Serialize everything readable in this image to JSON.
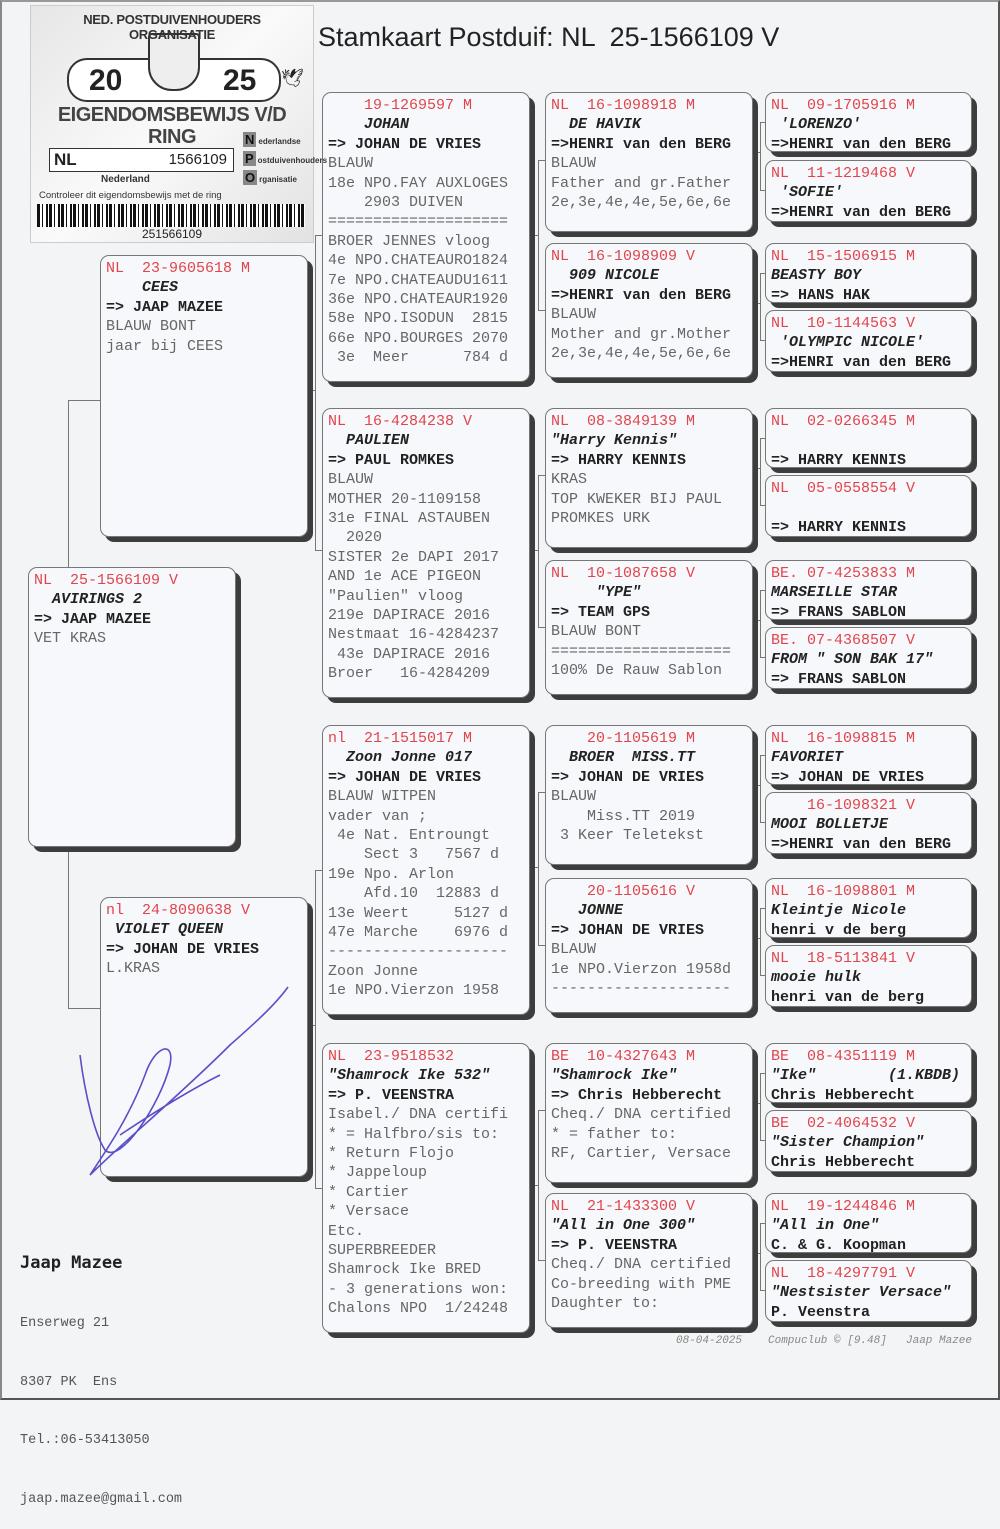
{
  "title": "Stamkaart Postduif: NL  25-1566109 V",
  "sticker": {
    "organisation": "NED. POSTDUIVENHOUDERS ORGANISATIE",
    "year_left": "20",
    "year_right": "25",
    "heading": "EIGENDOMSBEWIJS V/D RING",
    "country_code": "NL",
    "ring_number": "1566109",
    "country": "Nederland",
    "npo_lines": [
      {
        "letter": "N",
        "rest": "ederlandse"
      },
      {
        "letter": "P",
        "rest": "ostduivenhouders"
      },
      {
        "letter": "O",
        "rest": "rganisatie"
      }
    ],
    "control_text": "Controleer dit eigendomsbewijs met de ring",
    "barcode_number": "251566109"
  },
  "pigeons": {
    "subject": {
      "ring": "NL  25-1566109 V",
      "name": "  AVIRINGS 2",
      "owner": "=> JAAP MAZEE",
      "notes": [
        "VET KRAS"
      ]
    },
    "gen2": [
      {
        "ring": "NL  23-9605618 M",
        "name": "    CEES",
        "owner": "=> JAAP MAZEE",
        "notes": [
          "BLAUW BONT",
          "jaar bij CEES"
        ]
      },
      {
        "ring": "nl  24-8090638 V",
        "name": " VIOLET QUEEN",
        "owner": "=> JOHAN DE VRIES",
        "notes": [
          "L.KRAS"
        ]
      }
    ],
    "gen3": [
      {
        "ring": "    19-1269597 M",
        "name": "    JOHAN",
        "owner": "=> JOHAN DE VRIES",
        "notes": [
          "BLAUW",
          "18e NPO.FAY AUXLOGES",
          "    2903 DUIVEN",
          "====================",
          "BROER JENNES vloog",
          "4e NPO.CHATEAURO1824",
          "7e NPO.CHATEAUDU1611",
          "36e NPO.CHATEAUR1920",
          "58e NPO.ISODUN  2815",
          "66e NPO.BOURGES 2070",
          " 3e  Meer      784 d"
        ]
      },
      {
        "ring": "NL  16-4284238 V",
        "name": "  PAULIEN",
        "owner": "=> PAUL ROMKES",
        "notes": [
          "BLAUW",
          "MOTHER 20-1109158",
          "31e FINAL ASTAUBEN",
          "  2020",
          "SISTER 2e DAPI 2017",
          "AND 1e ACE PIGEON",
          "\"Paulien\" vloog",
          "219e DAPIRACE 2016",
          "Nestmaat 16-4284237",
          " 43e DAPIRACE 2016",
          "Broer   16-4284209"
        ]
      },
      {
        "ring": "nl  21-1515017 M",
        "name": "  Zoon Jonne 017",
        "owner": "=> JOHAN DE VRIES",
        "notes": [
          "BLAUW WITPEN",
          "vader van ;",
          " 4e Nat. Entroungt",
          "    Sect 3   7567 d",
          "19e Npo. Arlon",
          "    Afd.10  12883 d",
          "13e Weert     5127 d",
          "47e Marche    6976 d",
          "--------------------",
          "Zoon Jonne",
          "1e NPO.Vierzon 1958"
        ]
      },
      {
        "ring": "NL  23-9518532",
        "name": "\"Shamrock Ike 532\"",
        "owner": "=> P. VEENSTRA",
        "notes": [
          "Isabel./ DNA certifi",
          "* = Halfbro/sis to:",
          "* Return Flojo",
          "* Jappeloup",
          "* Cartier",
          "* Versace",
          "Etc.",
          "SUPERBREEDER",
          "Shamrock Ike BRED",
          "- 3 generations won:",
          "Chalons NPO  1/24248"
        ]
      }
    ],
    "gen4": [
      {
        "ring": "NL  16-1098918 M",
        "name": "  DE HAVIK",
        "owner": "=>HENRI van den BERG",
        "notes": [
          "BLAUW",
          "Father and gr.Father",
          "2e,3e,4e,4e,5e,6e,6e"
        ]
      },
      {
        "ring": "NL  16-1098909 V",
        "name": "  909 NICOLE",
        "owner": "=>HENRI van den BERG",
        "notes": [
          "BLAUW",
          "Mother and gr.Mother",
          "2e,3e,4e,4e,5e,6e,6e"
        ]
      },
      {
        "ring": "NL  08-3849139 M",
        "name": "\"Harry Kennis\"",
        "owner": "=> HARRY KENNIS",
        "notes": [
          "KRAS",
          "TOP KWEKER BIJ PAUL",
          "PROMKES URK"
        ]
      },
      {
        "ring": "NL  10-1087658 V",
        "name": "     \"YPE\"",
        "owner": "=> TEAM GPS",
        "notes": [
          "BLAUW BONT",
          "====================",
          "100% De Rauw Sablon"
        ]
      },
      {
        "ring": "    20-1105619 M",
        "name": "  BROER  MISS.TT",
        "owner": "=> JOHAN DE VRIES",
        "notes": [
          "BLAUW",
          "    Miss.TT 2019",
          " 3 Keer Teletekst"
        ]
      },
      {
        "ring": "    20-1105616 V",
        "name": "   JONNE",
        "owner": "=> JOHAN DE VRIES",
        "notes": [
          "BLAUW",
          "1e NPO.Vierzon 1958d",
          "--------------------"
        ]
      },
      {
        "ring": "BE  10-4327643 M",
        "name": "\"Shamrock Ike\"",
        "owner": "=> Chris Hebberecht",
        "notes": [
          "Cheq./ DNA certified",
          "* = father to:",
          "RF, Cartier, Versace"
        ]
      },
      {
        "ring": "NL  21-1433300 V",
        "name": "\"All in One 300\"",
        "owner": "=> P. VEENSTRA",
        "notes": [
          "Cheq./ DNA certified",
          "Co-breeding with PME",
          "Daughter to:"
        ]
      }
    ],
    "gen5": [
      {
        "ring": "NL  09-1705916 M",
        "name": " 'LORENZO'",
        "owner": "=>HENRI van den BERG"
      },
      {
        "ring": "NL  11-1219468 V",
        "name": " 'SOFIE'",
        "owner": "=>HENRI van den BERG"
      },
      {
        "ring": "NL  15-1506915 M",
        "name": "BEASTY BOY",
        "owner": "=> HANS HAK"
      },
      {
        "ring": "NL  10-1144563 V",
        "name": " 'OLYMPIC NICOLE'",
        "owner": "=>HENRI van den BERG"
      },
      {
        "ring": "NL  02-0266345 M",
        "name": "",
        "owner": "=> HARRY KENNIS"
      },
      {
        "ring": "NL  05-0558554 V",
        "name": "",
        "owner": "=> HARRY KENNIS"
      },
      {
        "ring": "BE. 07-4253833 M",
        "name": "MARSEILLE STAR",
        "owner": "=> FRANS SABLON"
      },
      {
        "ring": "BE. 07-4368507 V",
        "name": "FROM \" SON BAK 17\"",
        "owner": "=> FRANS SABLON"
      },
      {
        "ring": "NL  16-1098815 M",
        "name": "FAVORIET",
        "owner": "=> JOHAN DE VRIES"
      },
      {
        "ring": "    16-1098321 V",
        "name": "MOOI BOLLETJE",
        "owner": "=>HENRI van den BERG"
      },
      {
        "ring": "NL  16-1098801 M",
        "name": "Kleintje Nicole",
        "owner": "henri v de berg"
      },
      {
        "ring": "NL  18-5113841 V",
        "name": "mooie hulk",
        "owner": "henri van de berg"
      },
      {
        "ring": "BE  08-4351119 M",
        "name": "\"Ike\"        (1.KBDB)",
        "owner": "Chris Hebberecht"
      },
      {
        "ring": "BE  02-4064532 V",
        "name": "\"Sister Champion\"",
        "owner": "Chris Hebberecht"
      },
      {
        "ring": "NL  19-1244846 M",
        "name": "\"All in One\"",
        "owner": "C. & G. Koopman"
      },
      {
        "ring": "NL  18-4297791 V",
        "name": "\"Nestsister Versace\"",
        "owner": "P. Veenstra"
      }
    ]
  },
  "breeder": {
    "name": "Jaap Mazee",
    "address": "Enserweg 21",
    "city": "8307 PK  Ens",
    "phone": "Tel.:06-53413050",
    "email": "jaap.mazee@gmail.com"
  },
  "footer": {
    "date": "08-04-2025",
    "software": "Compuclub © [9.48]",
    "user": "Jaap Mazee"
  },
  "colors": {
    "ring_text": "#e0454c",
    "card_bg": "#f7f8fb",
    "shadow": "#3d3d3d",
    "signature": "#5a4fc8"
  }
}
